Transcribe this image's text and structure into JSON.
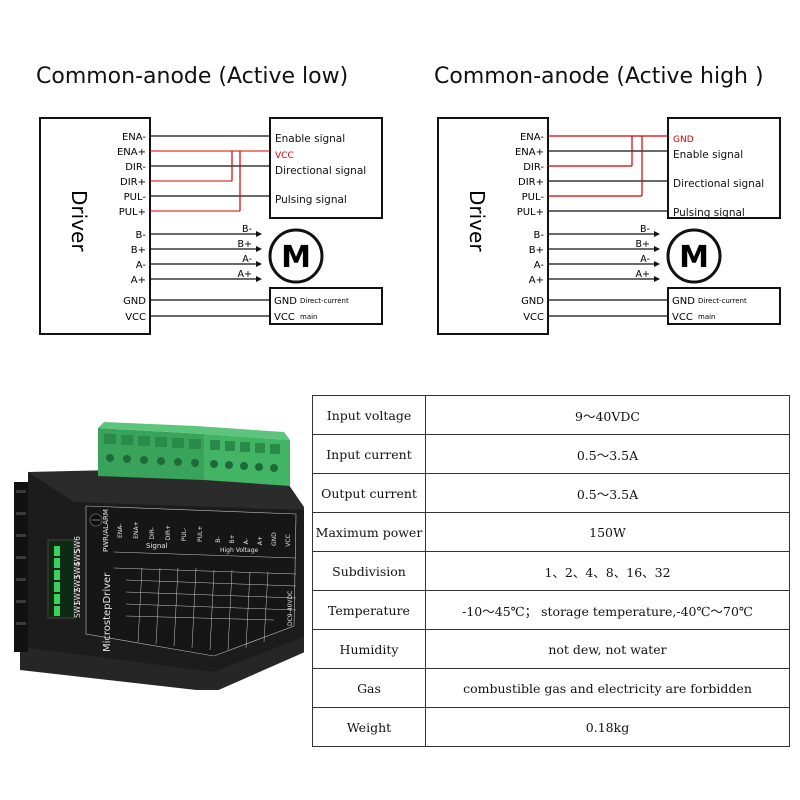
{
  "diagrams": [
    {
      "title": "Common-anode (Active low)",
      "driver_label": "Driver",
      "pins": [
        "ENA-",
        "ENA+",
        "DIR-",
        "DIR+",
        "PUL-",
        "PUL+",
        "B-",
        "B+",
        "A-",
        "A+",
        "GND",
        "VCC"
      ],
      "signals": [
        {
          "text": "Enable signal",
          "highlight": false
        },
        {
          "text": "VCC",
          "highlight": true
        },
        {
          "text": "Directional signal",
          "highlight": false
        },
        {
          "text": "Pulsing signal",
          "highlight": false
        }
      ],
      "motor_pins": [
        "B-",
        "B+",
        "A-",
        "A+"
      ],
      "motor_label": "M",
      "power": {
        "gnd": "GND",
        "vcc": "VCC",
        "line1": "Direct-current",
        "line2": "main"
      }
    },
    {
      "title": "Common-anode (Active high )",
      "driver_label": "Driver",
      "pins": [
        "ENA-",
        "ENA+",
        "DIR-",
        "DIR+",
        "PUL-",
        "PUL+",
        "B-",
        "B+",
        "A-",
        "A+",
        "GND",
        "VCC"
      ],
      "signals": [
        {
          "text": "GND",
          "highlight": true
        },
        {
          "text": "Enable signal",
          "highlight": false
        },
        {
          "text": "Directional signal",
          "highlight": false
        },
        {
          "text": "Pulsing signal",
          "highlight": false
        }
      ],
      "motor_pins": [
        "B-",
        "B+",
        "A-",
        "A+"
      ],
      "motor_label": "M",
      "power": {
        "gnd": "GND",
        "vcc": "VCC",
        "line1": "Direct-current",
        "line2": "main"
      }
    }
  ],
  "specs": [
    {
      "label": "Input voltage",
      "value": "9～40VDC"
    },
    {
      "label": "Input current",
      "value": "0.5～3.5A"
    },
    {
      "label": "Output current",
      "value": "0.5～3.5A"
    },
    {
      "label": "Maximum power",
      "value": "150W"
    },
    {
      "label": "Subdivision",
      "value": "1、2、4、8、16、32"
    },
    {
      "label": "Temperature",
      "value": "-10～45℃；  storage temperature,-40℃～70℃"
    },
    {
      "label": "Humidity",
      "value": "not dew, not water"
    },
    {
      "label": "Gas",
      "value": "combustible gas and electricity are forbidden"
    },
    {
      "label": "Weight",
      "value": "0.18kg"
    }
  ],
  "product": {
    "brand": "MicrostepDriver",
    "switches": [
      "SW1",
      "SW2",
      "SW3",
      "SW4",
      "SW5",
      "SW6"
    ],
    "signal_label": "Signal",
    "high_voltage_label": "High Voltage",
    "pwr_alarm": "PWR/ALARM",
    "voltage": "DC9-40VDC",
    "terminal_labels": [
      "ENA-",
      "ENA+",
      "DIR-",
      "DIR+",
      "PUL-",
      "PUL+",
      "B-",
      "B+",
      "A-",
      "A+",
      "GND",
      "VCC"
    ],
    "colors": {
      "terminal": "#3aa35b",
      "body": "#1a1a1a",
      "highlight": "#d40000"
    }
  }
}
